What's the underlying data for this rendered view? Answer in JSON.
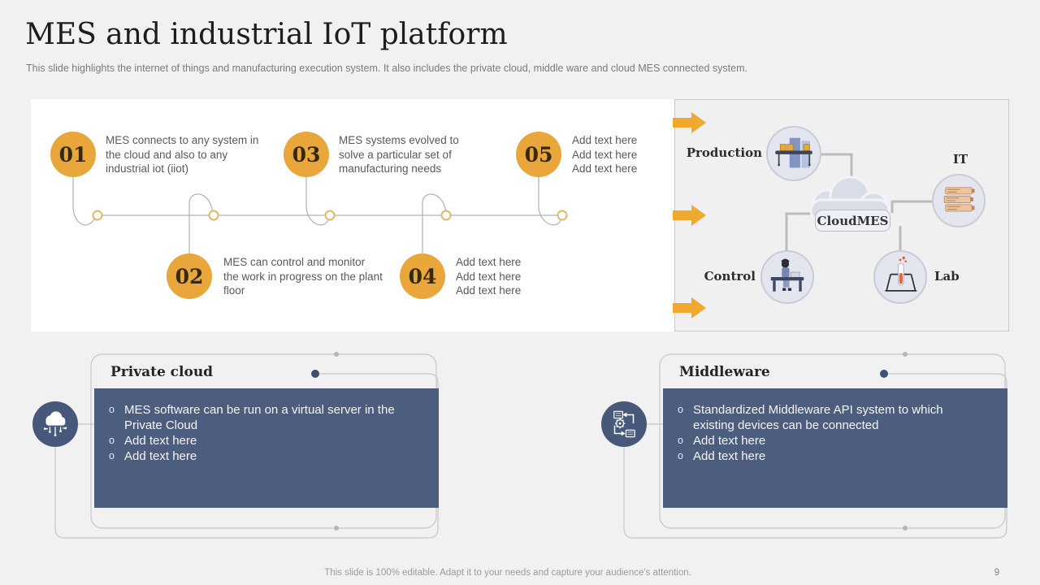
{
  "slide": {
    "title": "MES and industrial IoT platform",
    "subtitle": "This slide highlights the internet of things and manufacturing execution system. It also includes the private cloud, middle ware and cloud MES connected system.",
    "footer": "This slide is 100% editable. Adapt it to your needs and capture your audience's attention.",
    "page_number": "9"
  },
  "timeline": {
    "steps": [
      {
        "number": "01",
        "text": "MES connects to any system in the cloud and also to any industrial iot (iiot)"
      },
      {
        "number": "02",
        "text": "MES can control and monitor the work in progress on the plant floor"
      },
      {
        "number": "03",
        "text": "MES systems evolved to solve a particular set of manufacturing needs"
      },
      {
        "number": "04",
        "lines": [
          "Add text here",
          "Add text here",
          "Add text here"
        ]
      },
      {
        "number": "05",
        "lines": [
          "Add text here",
          "Add text here",
          "Add text here"
        ]
      }
    ]
  },
  "diagram": {
    "cloud_label": "CloudMES",
    "nodes": [
      {
        "label": "Production",
        "icon": "conveyor-machine-icon"
      },
      {
        "label": "IT",
        "icon": "server-stack-icon"
      },
      {
        "label": "Control",
        "icon": "operator-desk-icon"
      },
      {
        "label": "Lab",
        "icon": "test-tube-icon"
      }
    ]
  },
  "cards": [
    {
      "title": "Private cloud",
      "icon": "cloud-network-icon",
      "bullets": [
        "MES software can be run on a virtual server in the Private Cloud",
        "Add text here",
        "Add text here"
      ]
    },
    {
      "title": "Middleware",
      "icon": "api-integration-icon",
      "bullets": [
        "Standardized Middleware API system to which existing devices can be connected",
        "Add text here",
        "Add text here"
      ]
    }
  ],
  "colors": {
    "accent_orange": "#E8A63B",
    "arrow_orange": "#F0A82E",
    "navy": "#4D5D7D",
    "navy_dark": "#47587A",
    "line_gray": "#B0B0B0",
    "panel_border": "#C9C9C9",
    "text_gray": "#595959"
  }
}
